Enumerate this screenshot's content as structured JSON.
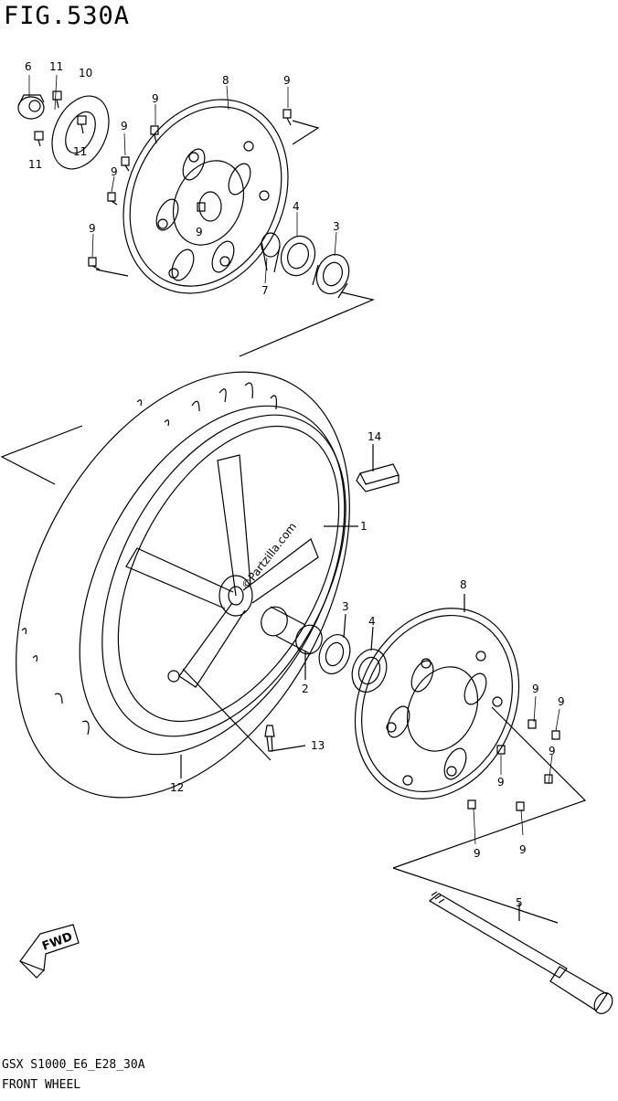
{
  "figure": {
    "title": "FIG.530A",
    "model_code": "GSX S1000_E6_E28_30A",
    "caption": "FRONT WHEEL"
  },
  "watermark": "©Partzilla.com",
  "fwd_label": "FWD",
  "callouts": {
    "wheel": "1",
    "spacer": "2",
    "bearing_left": "3",
    "bearing_right": "3",
    "seal_left": "4",
    "seal_right": "4",
    "axle": "5",
    "nut": "6",
    "spacer_small": "7",
    "disc_left": "8",
    "disc_right": "8",
    "bolt": "9",
    "sensor_plate": "10",
    "screw": "11",
    "tire": "12",
    "valve": "13",
    "weight": "14"
  }
}
